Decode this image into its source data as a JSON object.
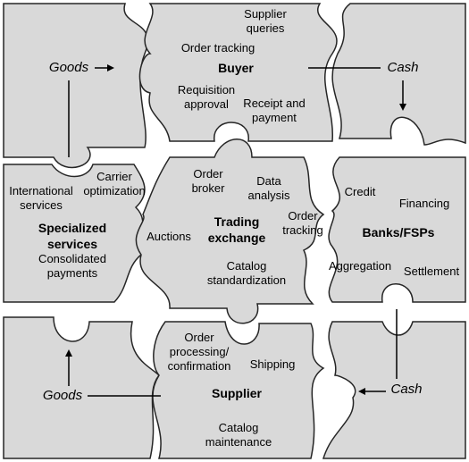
{
  "buyer": {
    "title": "Buyer",
    "items": [
      "Supplier\nqueries",
      "Order tracking",
      "Requisition\napproval",
      "Receipt and\npayment"
    ]
  },
  "specialized_services": {
    "title": "Specialized\nservices",
    "items": [
      "Carrier\noptimization",
      "International\nservices",
      "Consolidated\npayments"
    ]
  },
  "trading_exchange": {
    "title": "Trading\nexchange",
    "items": [
      "Order\nbroker",
      "Data\nanalysis",
      "Order\ntracking",
      "Auctions",
      "Catalog\nstandardization"
    ]
  },
  "banks": {
    "title": "Banks/FSPs",
    "items": [
      "Credit",
      "Financing",
      "Aggregation",
      "Settlement"
    ]
  },
  "supplier": {
    "title": "Supplier",
    "items": [
      "Order\nprocessing/\nconfirmation",
      "Shipping",
      "Catalog\nmaintenance"
    ]
  },
  "flows": {
    "goods_top": "Goods",
    "cash_top": "Cash",
    "goods_bottom": "Goods",
    "cash_bottom": "Cash"
  }
}
